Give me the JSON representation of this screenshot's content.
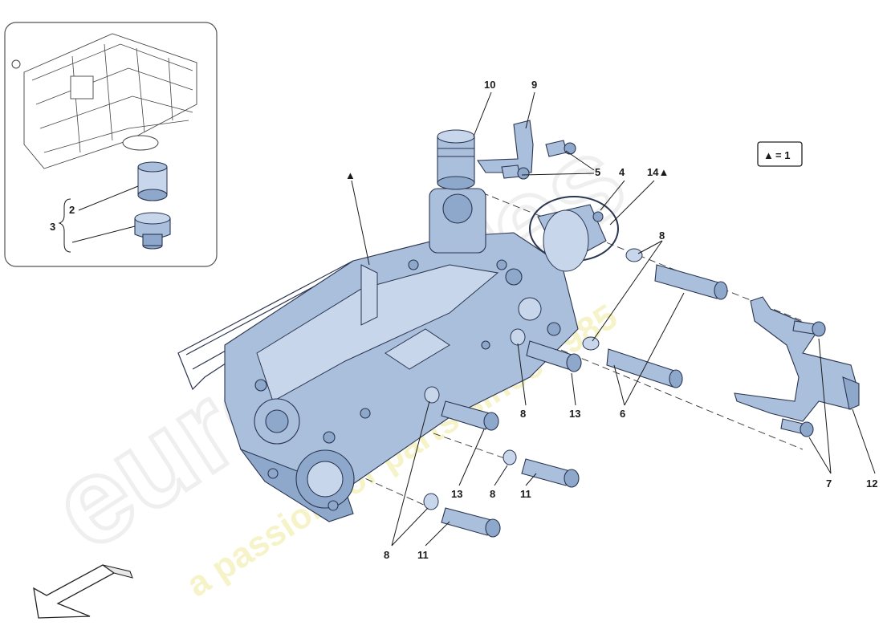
{
  "watermark": {
    "brand": "eurospares",
    "tagline": "a passion for parts since 1985"
  },
  "legend": {
    "symbol": "▲",
    "text": "= 1"
  },
  "callouts": {
    "c10": "10",
    "c9": "9",
    "c5": "5",
    "c4": "4",
    "c14": "14▲",
    "c8a": "8",
    "c8b": "8",
    "c8c": "8",
    "c8d": "8",
    "c13a": "13",
    "c13b": "13",
    "c6": "6",
    "c7": "7",
    "c12": "12",
    "c11a": "11",
    "c11b": "11",
    "tri": "▲"
  },
  "inset": {
    "c2": "2",
    "c3": "3"
  }
}
